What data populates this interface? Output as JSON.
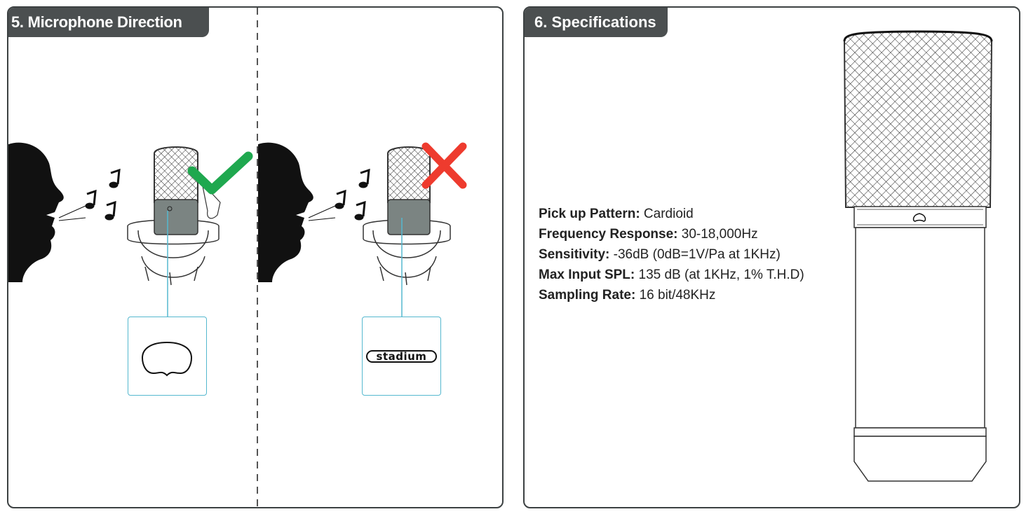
{
  "left_panel": {
    "title": "5. Microphone Direction",
    "correct_icon": "checkmark-icon",
    "wrong_icon": "cross-icon",
    "pattern_good": "cardioid-pattern-icon",
    "pattern_bad_logo": "stadium"
  },
  "right_panel": {
    "title": "6. Specifications",
    "specs": [
      {
        "label": "Pick up Pattern:",
        "value": " Cardioid"
      },
      {
        "label": "Frequency Response:",
        "value": " 30-18,000Hz"
      },
      {
        "label": "Sensitivity:",
        "value": " -36dB (0dB=1V/Pa at 1KHz)"
      },
      {
        "label": "Max Input SPL:",
        "value": " 135 dB (at 1KHz, 1% T.H.D)"
      },
      {
        "label": "Sampling Rate:",
        "value": " 16 bit/48KHz"
      }
    ]
  },
  "colors": {
    "frame": "#3c4142",
    "tab": "#4b4f50",
    "check": "#1fa84f",
    "cross": "#ee3b2e",
    "cable": "#55b8cf",
    "mic_body": "#7b8482"
  }
}
